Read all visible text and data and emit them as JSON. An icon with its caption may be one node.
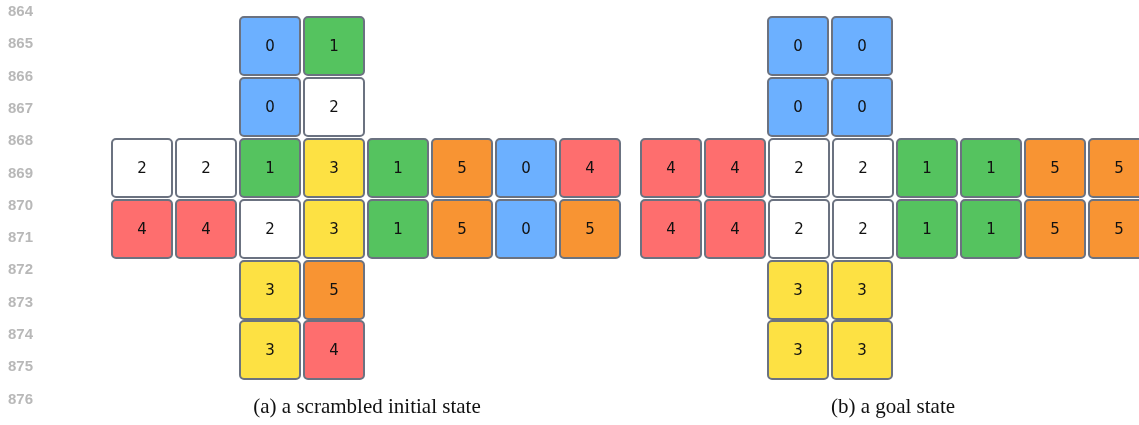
{
  "diagram": {
    "nodes": [
      {
        "text": [
          "0"
        ]
      },
      {
        "text": [
          "1"
        ]
      },
      {
        "text": [
          "0"
        ]
      },
      {
        "text": [
          "2"
        ]
      },
      {
        "text": [
          "2"
        ]
      },
      {
        "text": [
          "2"
        ]
      },
      {
        "text": [
          "1"
        ]
      },
      {
        "text": [
          "3"
        ]
      },
      {
        "text": [
          "1"
        ]
      },
      {
        "text": [
          "5"
        ]
      },
      {
        "text": [
          "0"
        ]
      },
      {
        "text": [
          "4"
        ]
      },
      {
        "text": [
          "4"
        ]
      },
      {
        "text": [
          "4"
        ]
      },
      {
        "text": [
          "2"
        ]
      },
      {
        "text": [
          "3"
        ]
      },
      {
        "text": [
          "1"
        ]
      },
      {
        "text": [
          "5"
        ]
      },
      {
        "text": [
          "0"
        ]
      },
      {
        "text": [
          "5"
        ]
      },
      {
        "text": [
          "3"
        ]
      },
      {
        "text": [
          "5"
        ]
      },
      {
        "text": [
          "3"
        ]
      },
      {
        "text": [
          "4"
        ]
      },
      {
        "text": [
          "0"
        ]
      },
      {
        "text": [
          "0"
        ]
      },
      {
        "text": [
          "0"
        ]
      },
      {
        "text": [
          "0"
        ]
      },
      {
        "text": [
          "4"
        ]
      },
      {
        "text": [
          "4"
        ]
      },
      {
        "text": [
          "2"
        ]
      },
      {
        "text": [
          "2"
        ]
      },
      {
        "text": [
          "1"
        ]
      },
      {
        "text": [
          "1"
        ]
      },
      {
        "text": [
          "5"
        ]
      },
      {
        "text": [
          "5"
        ]
      },
      {
        "text": [
          "4"
        ]
      },
      {
        "text": [
          "4"
        ]
      },
      {
        "text": [
          "2"
        ]
      },
      {
        "text": [
          "2"
        ]
      },
      {
        "text": [
          "1"
        ]
      },
      {
        "text": [
          "1"
        ]
      },
      {
        "text": [
          "5"
        ]
      },
      {
        "text": [
          "5"
        ]
      },
      {
        "text": [
          "3"
        ]
      },
      {
        "text": [
          "3"
        ]
      },
      {
        "text": [
          "3"
        ]
      },
      {
        "text": [
          "3"
        ]
      }
    ],
    "labels": [
      "864",
      "865",
      "866",
      "867",
      "868",
      "869",
      "870",
      "871",
      "872",
      "873",
      "874",
      "875",
      "876",
      "(a) a scrambled initial state",
      "(b) a goal state"
    ]
  }
}
